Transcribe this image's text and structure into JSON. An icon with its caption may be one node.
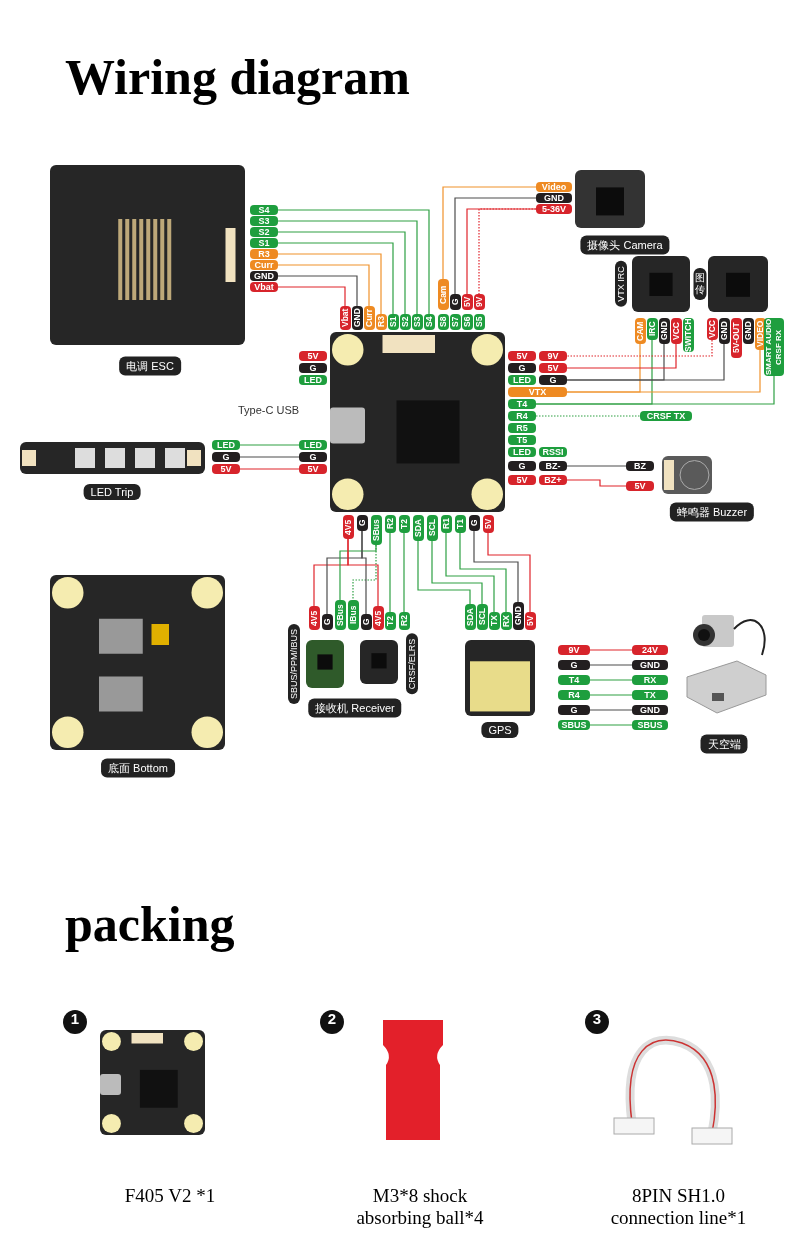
{
  "diagram": {
    "title": "Wiring diagram",
    "nodes": [
      {
        "text": [
          "电调 ESC"
        ]
      },
      {
        "text": [],
        "shape": "picture"
      },
      {
        "text": [
          "摄像头 Camera"
        ]
      },
      {
        "text": [
          "VTX IRC"
        ]
      },
      {
        "text": [
          "图传"
        ]
      },
      {
        "text": [
          "LED Trip"
        ]
      },
      {
        "text": [
          "蜂鸣器 Buzzer"
        ]
      },
      {
        "text": [
          "SBUS/PPM/IBUS"
        ]
      },
      {
        "text": [
          "CRSF/ELRS"
        ]
      },
      {
        "text": [
          "GPS"
        ]
      },
      {
        "text": [
          "天空端"
        ]
      },
      {
        "text": [
          "底面 Bottom"
        ]
      },
      {
        "text": [
          "S4"
        ]
      },
      {
        "text": [
          "S3"
        ]
      },
      {
        "text": [
          "S2"
        ]
      },
      {
        "text": [
          "S1"
        ]
      },
      {
        "text": [
          "R3"
        ]
      },
      {
        "text": [
          "Curr"
        ]
      },
      {
        "text": [
          "GND"
        ]
      },
      {
        "text": [
          "Vbat"
        ]
      },
      {
        "text": [
          "Vbat"
        ]
      },
      {
        "text": [
          "GND"
        ]
      },
      {
        "text": [
          "Curr"
        ]
      },
      {
        "text": [
          "R3"
        ]
      },
      {
        "text": [
          "S1"
        ]
      },
      {
        "text": [
          "S2"
        ]
      },
      {
        "text": [
          "S3"
        ]
      },
      {
        "text": [
          "S4"
        ]
      },
      {
        "text": [
          "S8"
        ]
      },
      {
        "text": [
          "S7"
        ]
      },
      {
        "text": [
          "S6"
        ]
      },
      {
        "text": [
          "S5"
        ]
      },
      {
        "text": [
          "Cam"
        ]
      },
      {
        "text": [
          "G"
        ]
      },
      {
        "text": [
          "5V"
        ]
      },
      {
        "text": [
          "9V"
        ]
      },
      {
        "text": [
          "Video"
        ]
      },
      {
        "text": [
          "GND"
        ]
      },
      {
        "text": [
          "5-36V"
        ]
      },
      {
        "text": [
          "CAM"
        ]
      },
      {
        "text": [
          "IRC"
        ]
      },
      {
        "text": [
          "GND"
        ]
      },
      {
        "text": [
          "VCC"
        ]
      },
      {
        "text": [
          "SWITCH"
        ]
      },
      {
        "text": [
          "VCC"
        ]
      },
      {
        "text": [
          "GND"
        ]
      },
      {
        "text": [
          "5V-OUT"
        ]
      },
      {
        "text": [
          "GND"
        ]
      },
      {
        "text": [
          "VIDEO"
        ]
      },
      {
        "text": [
          "SMART AUDIO CRSF RX"
        ]
      },
      {
        "text": [
          "5V"
        ]
      },
      {
        "text": [
          "9V"
        ]
      },
      {
        "text": [
          "G"
        ]
      },
      {
        "text": [
          "5V"
        ]
      },
      {
        "text": [
          "LED"
        ]
      },
      {
        "text": [
          "G"
        ]
      },
      {
        "text": [
          "VTX"
        ]
      },
      {
        "text": [
          "T4"
        ]
      },
      {
        "text": [
          "R4"
        ]
      },
      {
        "text": [
          "R5"
        ]
      },
      {
        "text": [
          "T5"
        ]
      },
      {
        "text": [
          "LED"
        ]
      },
      {
        "text": [
          "RSSI"
        ]
      },
      {
        "text": [
          "G"
        ]
      },
      {
        "text": [
          "BZ-"
        ]
      },
      {
        "text": [
          "5V"
        ]
      },
      {
        "text": [
          "BZ+"
        ]
      },
      {
        "text": [
          "CRSF TX"
        ]
      },
      {
        "text": [
          "BZ"
        ]
      },
      {
        "text": [
          "5V"
        ]
      },
      {
        "text": [
          "5V"
        ]
      },
      {
        "text": [
          "G"
        ]
      },
      {
        "text": [
          "LED"
        ]
      },
      {
        "text": [
          "LED"
        ]
      },
      {
        "text": [
          "G"
        ]
      },
      {
        "text": [
          "5V"
        ]
      },
      {
        "text": [
          "LED"
        ]
      },
      {
        "text": [
          "G"
        ]
      },
      {
        "text": [
          "5V"
        ]
      },
      {
        "text": [
          "4V5"
        ]
      },
      {
        "text": [
          "G"
        ]
      },
      {
        "text": [
          "SBus"
        ]
      },
      {
        "text": [
          "R2"
        ]
      },
      {
        "text": [
          "T2"
        ]
      },
      {
        "text": [
          "SDA"
        ]
      },
      {
        "text": [
          "SCL"
        ]
      },
      {
        "text": [
          "R1"
        ]
      },
      {
        "text": [
          "T1"
        ]
      },
      {
        "text": [
          "G"
        ]
      },
      {
        "text": [
          "5V"
        ]
      },
      {
        "text": [
          "4V5"
        ]
      },
      {
        "text": [
          "G"
        ]
      },
      {
        "text": [
          "SBus"
        ]
      },
      {
        "text": [
          "IBus"
        ]
      },
      {
        "text": [
          "G"
        ]
      },
      {
        "text": [
          "4V5"
        ]
      },
      {
        "text": [
          "T2"
        ]
      },
      {
        "text": [
          "R2"
        ]
      },
      {
        "text": [
          "SDA"
        ]
      },
      {
        "text": [
          "SCL"
        ]
      },
      {
        "text": [
          "TX"
        ]
      },
      {
        "text": [
          "RX"
        ]
      },
      {
        "text": [
          "GND"
        ]
      },
      {
        "text": [
          "5V"
        ]
      },
      {
        "text": [
          "9V"
        ]
      },
      {
        "text": [
          "G"
        ]
      },
      {
        "text": [
          "T4"
        ]
      },
      {
        "text": [
          "R4"
        ]
      },
      {
        "text": [
          "G"
        ]
      },
      {
        "text": [
          "SBUS"
        ]
      },
      {
        "text": [
          "24V"
        ]
      },
      {
        "text": [
          "GND"
        ]
      },
      {
        "text": [
          "RX"
        ]
      },
      {
        "text": [
          "TX"
        ]
      },
      {
        "text": [
          "GND"
        ]
      },
      {
        "text": [
          "SBUS"
        ]
      }
    ],
    "edges": [
      {
        "from": 12,
        "to": 27,
        "arrow": "none"
      },
      {
        "from": 13,
        "to": 26,
        "arrow": "none"
      },
      {
        "from": 14,
        "to": 25,
        "arrow": "none"
      },
      {
        "from": 15,
        "to": 24,
        "arrow": "none"
      },
      {
        "from": 16,
        "to": 23,
        "arrow": "none",
        "color": "#f0922b"
      },
      {
        "from": 17,
        "to": 22,
        "arrow": "none",
        "color": "#f0922b"
      },
      {
        "from": 18,
        "to": 21,
        "arrow": "none",
        "color": "#4d4d4d"
      },
      {
        "from": 19,
        "to": 20,
        "arrow": "none",
        "color": "#e0242b"
      },
      {
        "from": 36,
        "to": 32,
        "arrow": "none",
        "color": "#f0922b"
      },
      {
        "from": 37,
        "to": 33,
        "arrow": "none",
        "color": "#4d4d4d"
      },
      {
        "from": 38,
        "to": 34,
        "arrow": "none",
        "color": "#e0242b"
      },
      {
        "from": 38,
        "to": 35,
        "arrow": "none",
        "style": "dashed",
        "color": "#e0242b"
      },
      {
        "from": 39,
        "to": 56,
        "arrow": "none",
        "color": "#f0922b"
      },
      {
        "from": 40,
        "to": 57,
        "arrow": "none"
      },
      {
        "from": 41,
        "to": 55,
        "arrow": "none",
        "color": "#4d4d4d"
      },
      {
        "from": 42,
        "to": 53,
        "arrow": "none",
        "color": "#e0242b"
      },
      {
        "from": 44,
        "to": 51,
        "arrow": "none",
        "style": "dashed",
        "color": "#e0242b"
      },
      {
        "from": 45,
        "to": 55,
        "arrow": "none",
        "color": "#4d4d4d"
      },
      {
        "from": 48,
        "to": 56,
        "arrow": "none",
        "color": "#f0922b"
      },
      {
        "from": 49,
        "to": 57,
        "arrow": "none"
      },
      {
        "from": 58,
        "to": 67,
        "arrow": "none",
        "style": "dashed"
      },
      {
        "from": 64,
        "to": 68,
        "arrow": "none",
        "color": "#4d4d4d"
      },
      {
        "from": 66,
        "to": 69,
        "arrow": "none",
        "color": "#e0242b"
      },
      {
        "from": 73,
        "to": 76,
        "arrow": "none"
      },
      {
        "from": 74,
        "to": 77,
        "arrow": "none",
        "color": "#4d4d4d"
      },
      {
        "from": 75,
        "to": 78,
        "arrow": "none",
        "color": "#e0242b"
      },
      {
        "from": 79,
        "to": 90,
        "arrow": "none",
        "color": "#e0242b"
      },
      {
        "from": 80,
        "to": 91,
        "arrow": "none",
        "color": "#4d4d4d"
      },
      {
        "from": 81,
        "to": 92,
        "arrow": "none"
      },
      {
        "from": 81,
        "to": 93,
        "arrow": "none",
        "style": "dashed"
      },
      {
        "from": 80,
        "to": 94,
        "arrow": "none",
        "color": "#4d4d4d"
      },
      {
        "from": 79,
        "to": 95,
        "arrow": "none",
        "color": "#e0242b"
      },
      {
        "from": 82,
        "to": 96,
        "arrow": "none"
      },
      {
        "from": 83,
        "to": 97,
        "arrow": "none"
      },
      {
        "from": 84,
        "to": 98,
        "arrow": "none"
      },
      {
        "from": 85,
        "to": 99,
        "arrow": "none"
      },
      {
        "from": 86,
        "to": 100,
        "arrow": "none"
      },
      {
        "from": 87,
        "to": 101,
        "arrow": "none"
      },
      {
        "from": 88,
        "to": 102,
        "arrow": "none",
        "color": "#4d4d4d"
      },
      {
        "from": 89,
        "to": 103,
        "arrow": "none",
        "color": "#e0242b"
      },
      {
        "from": 104,
        "to": 110,
        "arrow": "none",
        "color": "#e0242b"
      },
      {
        "from": 105,
        "to": 111,
        "arrow": "none",
        "color": "#4d4d4d"
      },
      {
        "from": 106,
        "to": 112,
        "arrow": "none"
      },
      {
        "from": 107,
        "to": 113,
        "arrow": "none"
      },
      {
        "from": 108,
        "to": 114,
        "arrow": "none",
        "color": "#4d4d4d"
      },
      {
        "from": 109,
        "to": 115,
        "arrow": "none"
      }
    ],
    "labels": [
      "Type-C USB",
      "接收机 Receiver",
      "packing",
      "1",
      "F405 V2 *1",
      "2",
      "M3*8 shock absorbing ball*4",
      "3",
      "8PIN SH1.0 connection line*1"
    ]
  }
}
